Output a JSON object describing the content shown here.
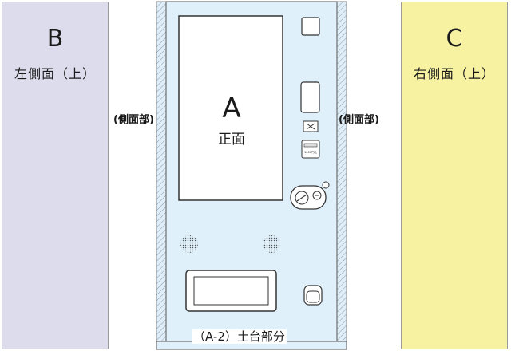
{
  "left_panel": {
    "letter": "B",
    "label": "左側面（上）",
    "color": "#dcdcec"
  },
  "right_panel": {
    "letter": "C",
    "label": "右側面（上）",
    "color": "#f6f2a2"
  },
  "machine": {
    "letter": "A",
    "label": "正面",
    "side_label_left": "(側面部)",
    "side_label_right": "(側面部)",
    "base_label": "（A-2）土台部分",
    "body_color": "#dff0fa",
    "bill_slot_text": "1000円札"
  }
}
